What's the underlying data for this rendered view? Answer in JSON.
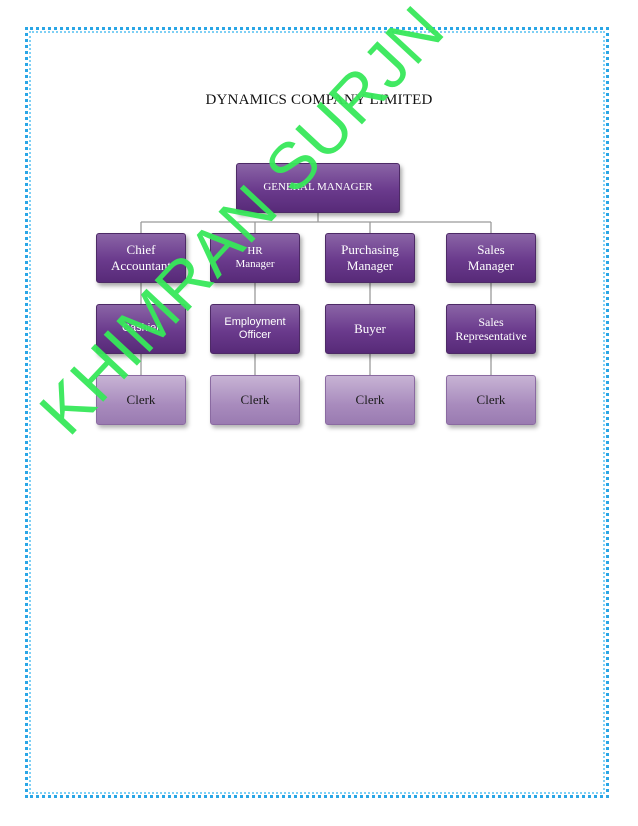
{
  "document": {
    "title": "DYNAMICS COMPANY LIMITED",
    "watermark": "KHIMRAN SURJN"
  },
  "org_chart": {
    "top": "GENERAL MANAGER",
    "columns": [
      {
        "manager": "Chief\nAccountant",
        "staff": "Cashier",
        "clerk": "Clerk"
      },
      {
        "manager": "HR\nManager",
        "staff": "Employment\nOfficer",
        "clerk": "Clerk"
      },
      {
        "manager": "Purchasing\nManager",
        "staff": "Buyer",
        "clerk": "Clerk"
      },
      {
        "manager": "Sales\nManager",
        "staff": "Sales\nRepresentative",
        "clerk": "Clerk"
      }
    ]
  },
  "colors": {
    "node_dark": "#6a3a8c",
    "node_light": "#a88bbd",
    "border": "#2aa6e6",
    "watermark": "#37e85a"
  }
}
